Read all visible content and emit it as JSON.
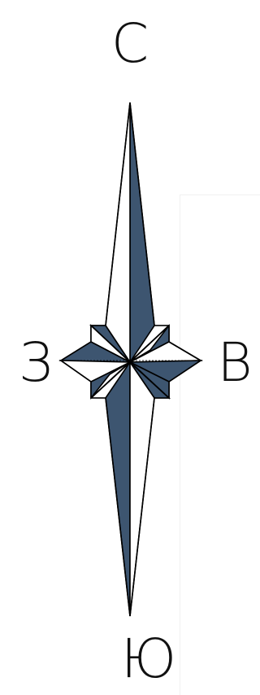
{
  "compass": {
    "north": "С",
    "east": "В",
    "south": "Ю",
    "west": "З"
  },
  "colors": {
    "fill": "#3d5570",
    "stroke": "#000000",
    "background": "#ffffff"
  }
}
